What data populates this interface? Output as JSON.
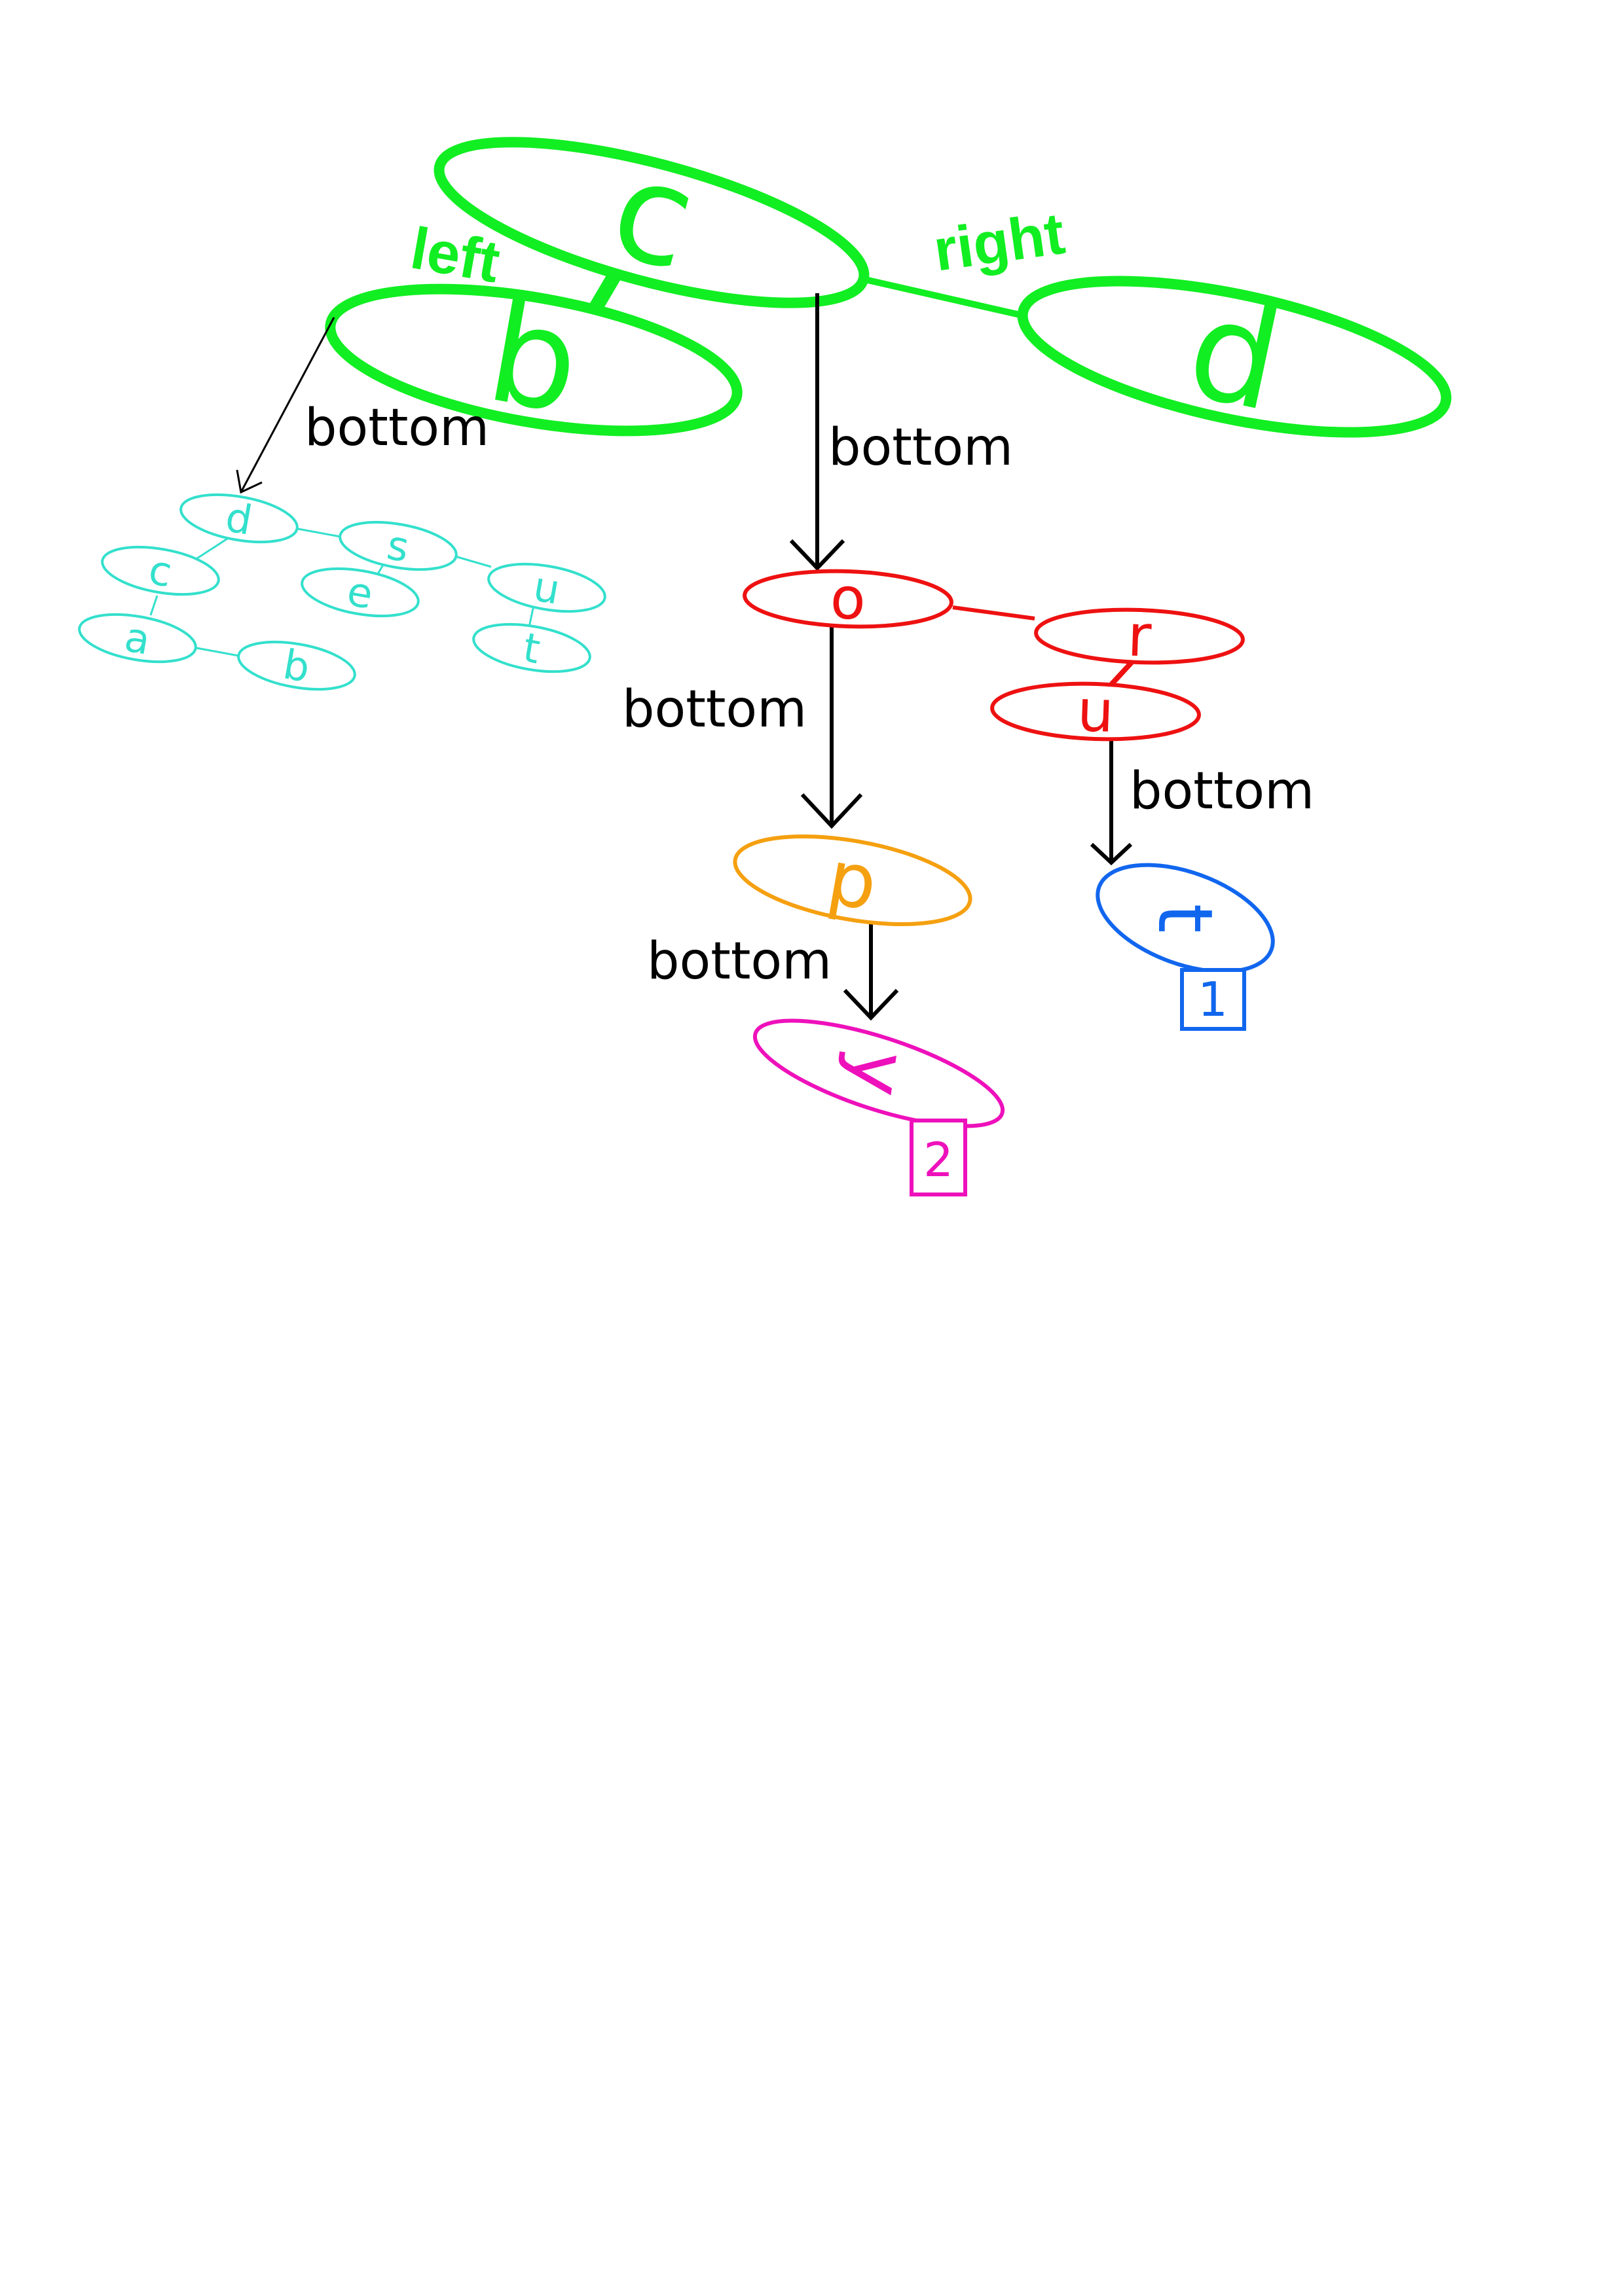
{
  "colors": {
    "green": "#11ee22",
    "cyan": "#33e0cc",
    "red": "#ee1111",
    "orange": "#f5a010",
    "blue": "#1166ee",
    "magenta": "#ee11bb",
    "black": "#000000"
  },
  "top_tree": {
    "nodes": {
      "root": "c",
      "left": "b",
      "right": "d"
    },
    "edge_labels": {
      "left": "left",
      "right": "right"
    }
  },
  "cyan_cluster": {
    "nodes": [
      "d",
      "s",
      "c",
      "e",
      "u",
      "a",
      "b",
      "t"
    ]
  },
  "red_cluster": {
    "nodes": [
      "o",
      "r",
      "u"
    ]
  },
  "chain_nodes": {
    "p": "p",
    "y": "y",
    "t": "t"
  },
  "badges": {
    "t_badge": "1",
    "y_badge": "2"
  },
  "arrow_labels": {
    "b_to_cyan": "bottom",
    "c_to_o": "bottom",
    "o_to_p": "bottom",
    "p_to_y": "bottom",
    "u_to_t": "bottom"
  }
}
